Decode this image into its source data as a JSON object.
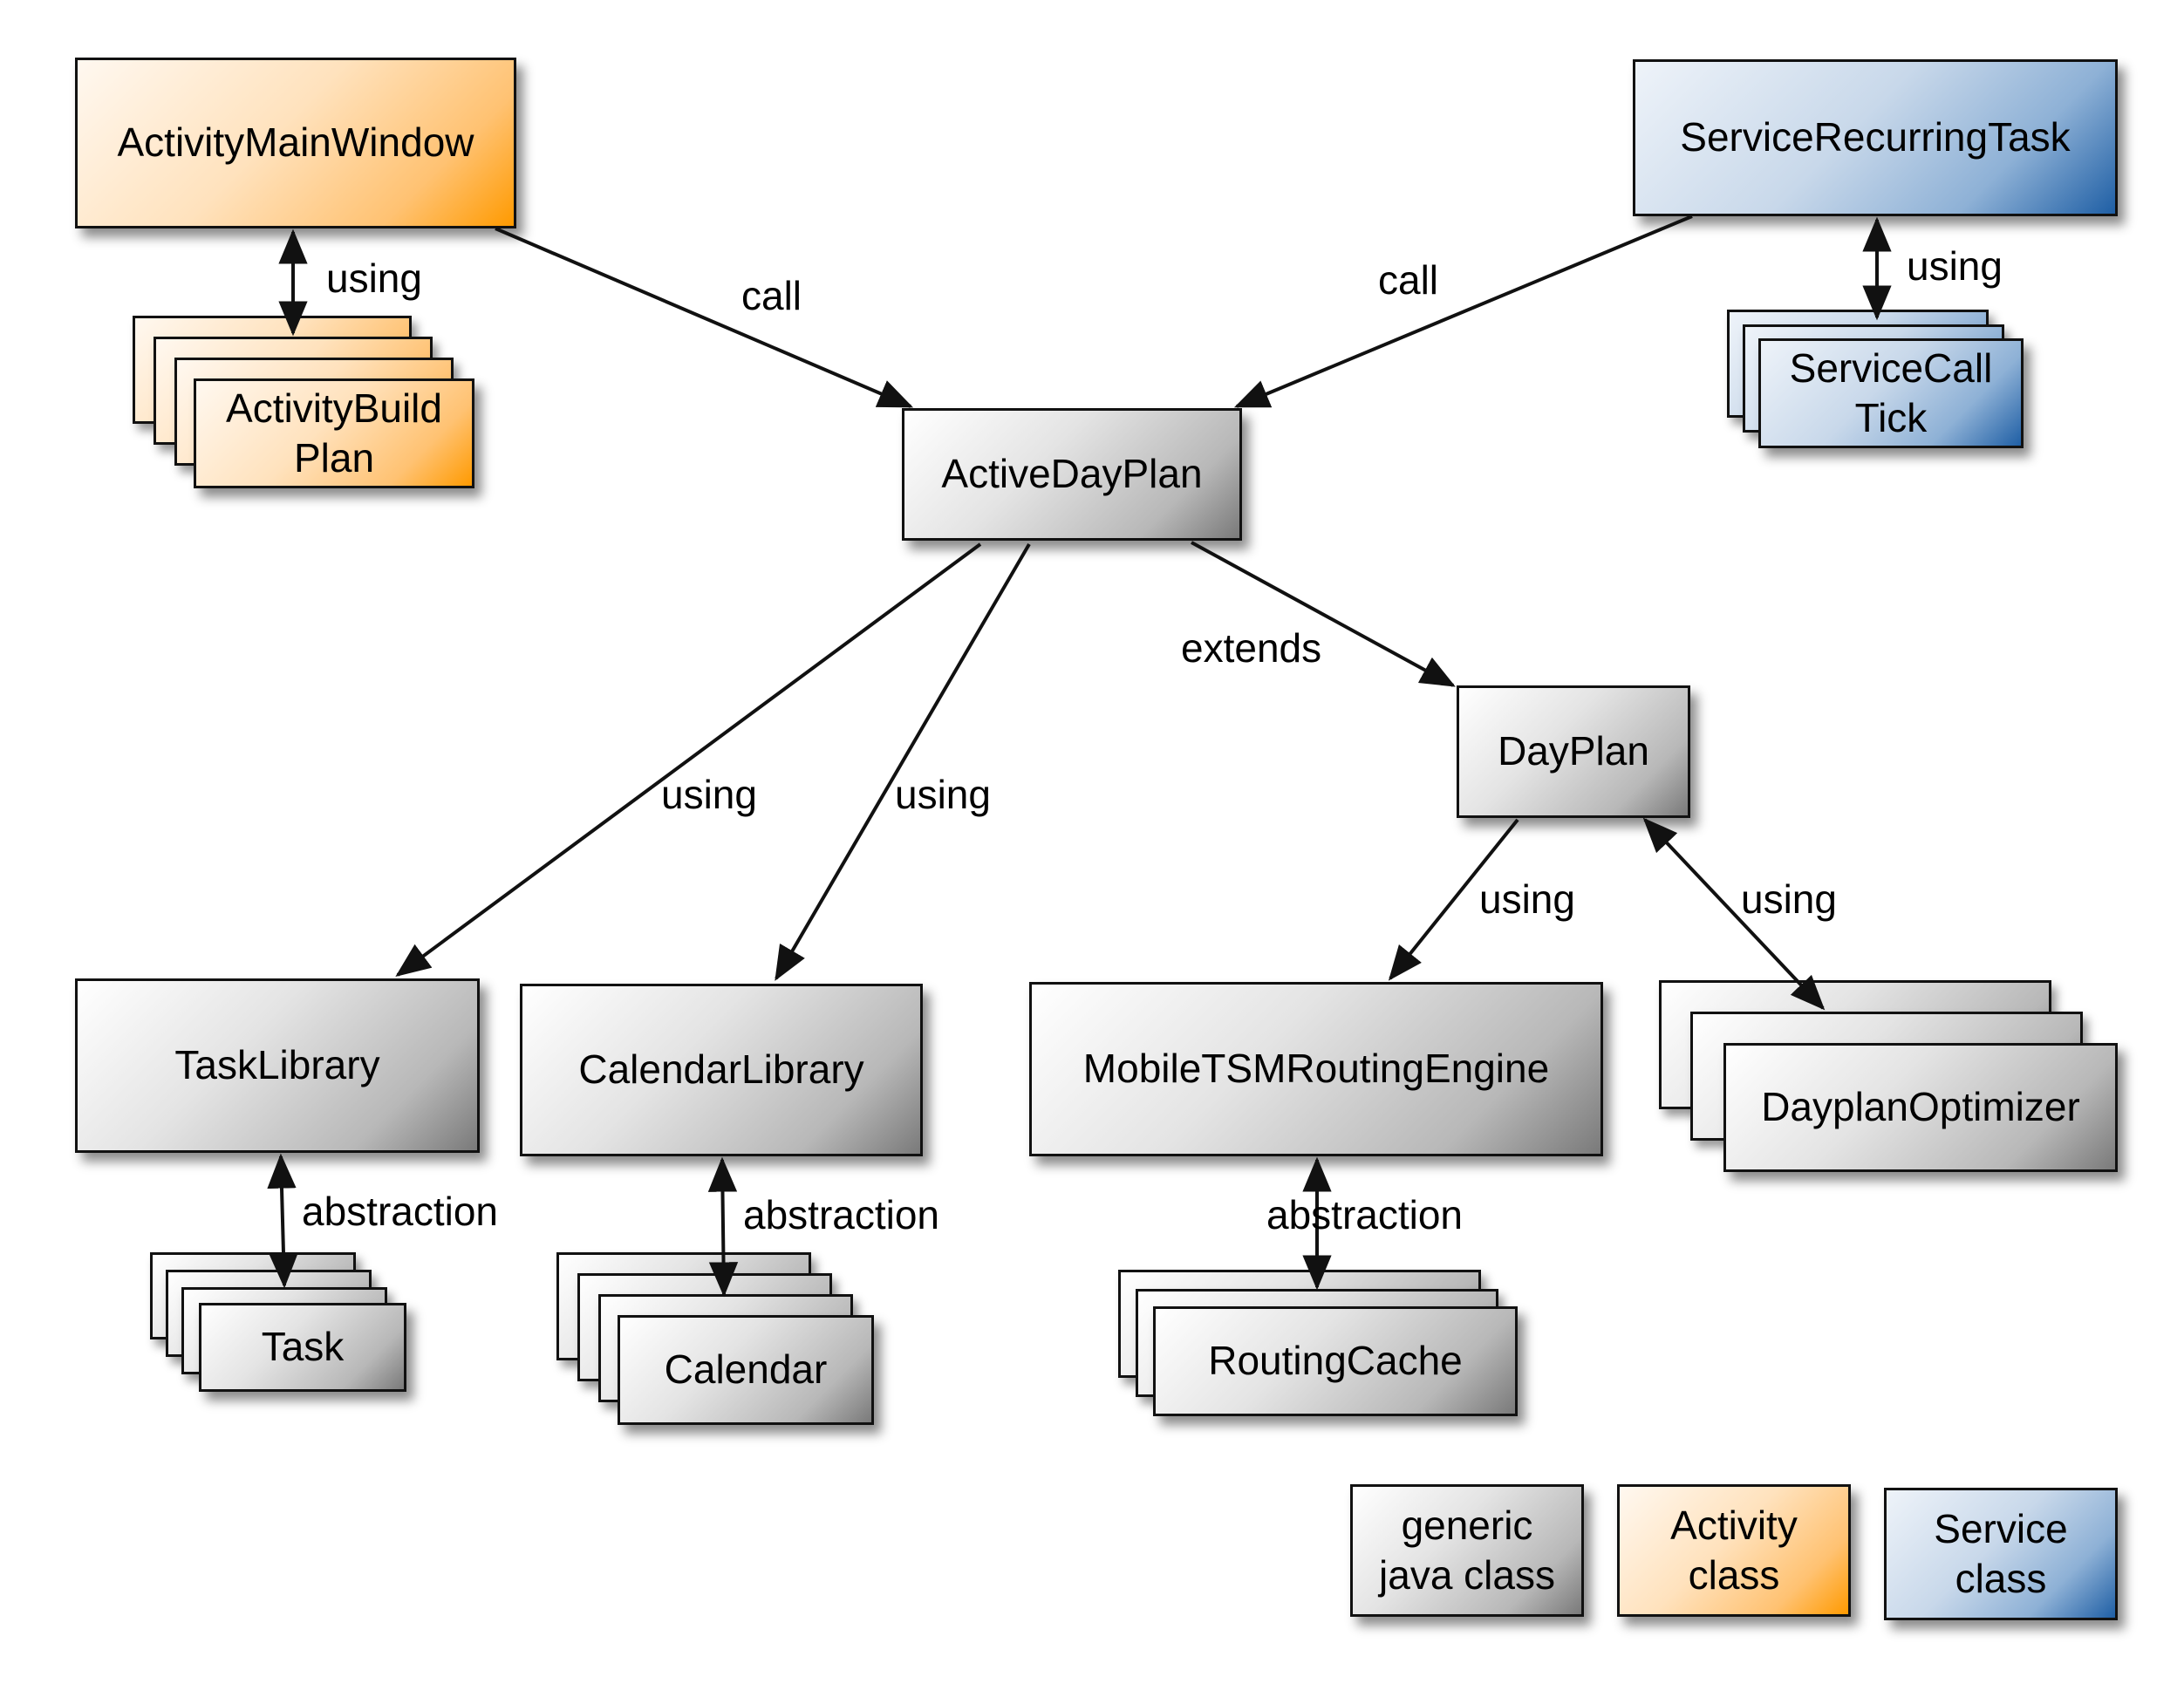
{
  "nodes": {
    "activity_main_window": "ActivityMainWindow",
    "activity_build_plan": "ActivityBuild\nPlan",
    "service_recurring_task": "ServiceRecurringTask",
    "service_call_tick": "ServiceCall\nTick",
    "active_day_plan": "ActiveDayPlan",
    "day_plan": "DayPlan",
    "task_library": "TaskLibrary",
    "calendar_library": "CalendarLibrary",
    "mobile_tsm_routing_engine": "MobileTSMRoutingEngine",
    "dayplan_optimizer": "DayplanOptimizer",
    "task": "Task",
    "calendar": "Calendar",
    "routing_cache": "RoutingCache"
  },
  "edge_labels": {
    "using_activity": "using",
    "call_left": "call",
    "call_right": "call",
    "using_service": "using",
    "extends": "extends",
    "using_tasklib": "using",
    "using_callib": "using",
    "using_routing": "using",
    "using_optimizer": "using",
    "abstraction_task": "abstraction",
    "abstraction_calendar": "abstraction",
    "abstraction_routing": "abstraction"
  },
  "legend": {
    "generic": "generic\njava class",
    "activity": "Activity\nclass",
    "service": "Service\nclass"
  },
  "colors": {
    "generic": "#b8b8b8",
    "activity": "#ff9a00",
    "service": "#1f5fa5",
    "stroke": "#111111"
  }
}
